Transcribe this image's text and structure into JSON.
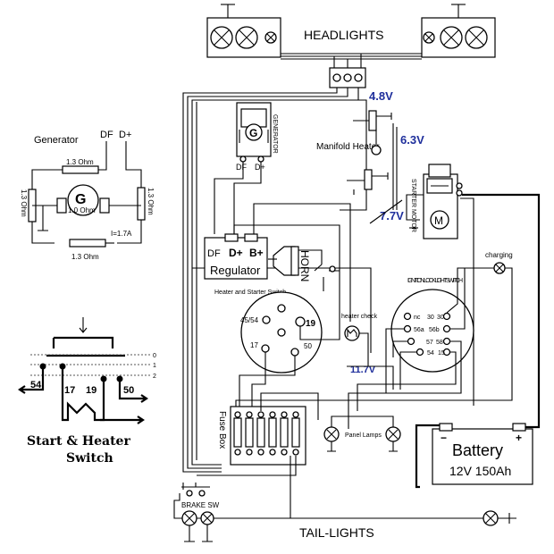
{
  "labels": {
    "headlights": "HEADLIGHTS",
    "tail_lights": "TAIL-LIGHTS",
    "generator_title": "Generator",
    "generator_df": "DF",
    "generator_dplus": "D+",
    "gen_r_top": "1.3 Ohm",
    "gen_r_left": "1.3 Ohm",
    "gen_r_right": "1.3 Ohm",
    "gen_r_bottom": "1.3 Ohm",
    "gen_armature": "1.0 Ohm",
    "gen_current": "I=1.7A",
    "gen_letter": "G",
    "generator_unit": "GENERATOR",
    "gen_unit_df": "DF",
    "gen_unit_dplus": "D+",
    "manifold_heater": "Manifold Heater",
    "starter_motor": "STARTER MOTOR",
    "motor_letter": "M",
    "regulator": "Regulator",
    "reg_df": "DF",
    "reg_dplus": "D+",
    "reg_bplus": "B+",
    "horn": "HORN",
    "heater_switch_title": "Heater and Starter Switch",
    "hs_45_54": "45/54",
    "hs_19": "19",
    "hs_17": "17",
    "hs_50": "50",
    "heater_check": "heater check",
    "ignition_lock": "IGNITION LOCK LIGHT SWITCH",
    "ign_nc": "nc",
    "ign_30a": "30",
    "ign_30b": "30",
    "ign_56a": "56a",
    "ign_56b": "56b",
    "ign_57": "57",
    "ign_58": "58",
    "ign_54": "54",
    "ign_15": "15",
    "charging": "charging",
    "fuse_box": "Fuse Box",
    "panel_lamps": "Panel Lamps",
    "battery_title": "Battery",
    "battery_spec": "12V 150Ah",
    "battery_minus": "−",
    "battery_plus": "+",
    "brake_sw": "BRAKE SW",
    "switch_title_line1": "Start & Heater",
    "switch_title_line2": "Switch",
    "sw_pos_0": "0",
    "sw_pos_1": "1",
    "sw_pos_2": "2",
    "sw_54": "54",
    "sw_17": "17",
    "sw_19": "19",
    "sw_50": "50"
  },
  "voltages": {
    "v1": "4.8V",
    "v2": "6.3V",
    "v3": "7.7V",
    "v4": "11.7V"
  },
  "colors": {
    "voltage_text": "#1f2f9c",
    "wire": "#000000",
    "background": "#ffffff"
  }
}
